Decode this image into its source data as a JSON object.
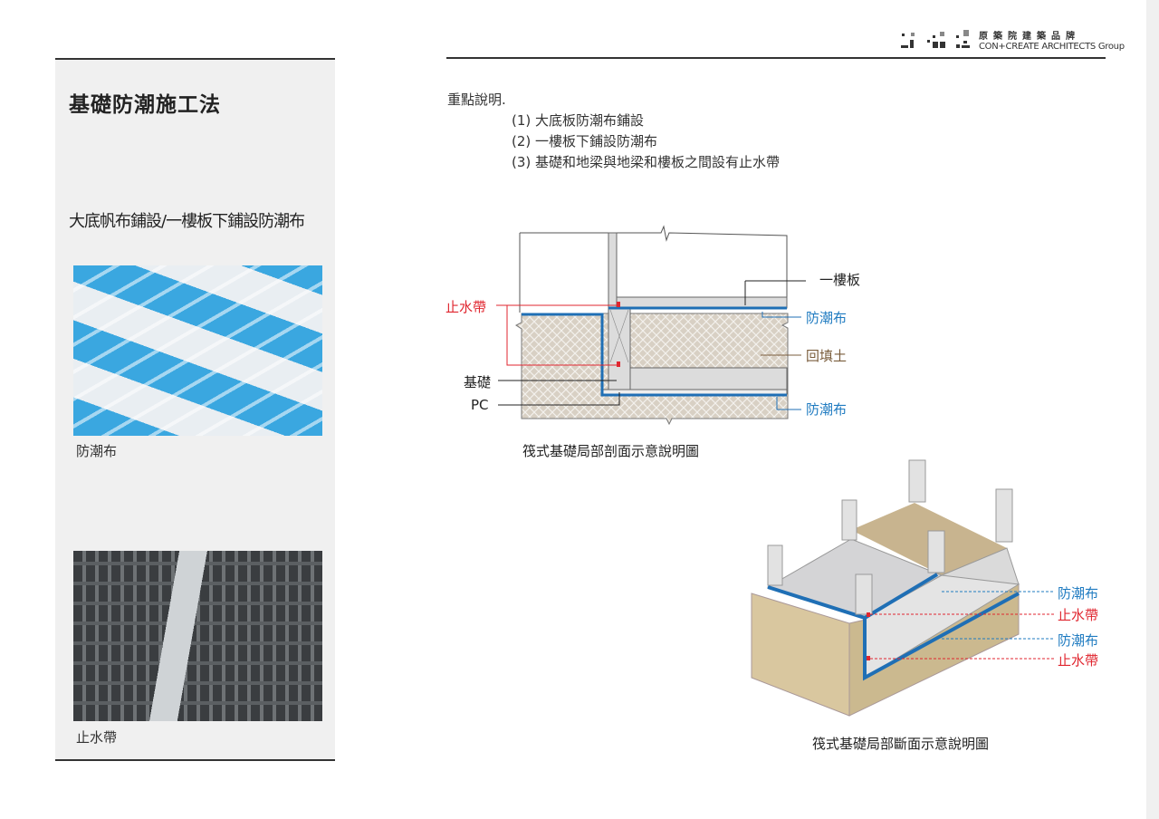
{
  "header": {
    "logo_cn": "原築院建築品牌",
    "logo_en": "CON+CREATE ARCHITECTS Group"
  },
  "left": {
    "title": "基礎防潮施工法",
    "subtitle": "大底帆布鋪設/一樓板下鋪設防潮布",
    "photos": [
      {
        "caption": "防潮布"
      },
      {
        "caption": "止水帶"
      }
    ]
  },
  "notes": {
    "heading": "重點說明.",
    "items": [
      "(1) 大底板防潮布鋪設",
      "(2) 一樓板下鋪設防潮布",
      "(3) 基礎和地梁與地梁和樓板之間設有止水帶"
    ]
  },
  "section_diagram": {
    "labels": {
      "slab": "一樓板",
      "membrane1": "防潮布",
      "waterstop": "止水帶",
      "backfill": "回填土",
      "foundation": "基礎",
      "pc": "PC",
      "membrane2": "防潮布"
    },
    "caption": "筏式基礎局部剖面示意說明圖"
  },
  "iso_diagram": {
    "labels": [
      "防潮布",
      "止水帶",
      "防潮布",
      "止水帶"
    ],
    "caption": "筏式基礎局部斷面示意說明圖"
  },
  "colors": {
    "membrane": "#1f6fb5",
    "waterstop": "#e0262f",
    "soil": "#d8d0c4",
    "concrete": "#dcdcdc"
  }
}
